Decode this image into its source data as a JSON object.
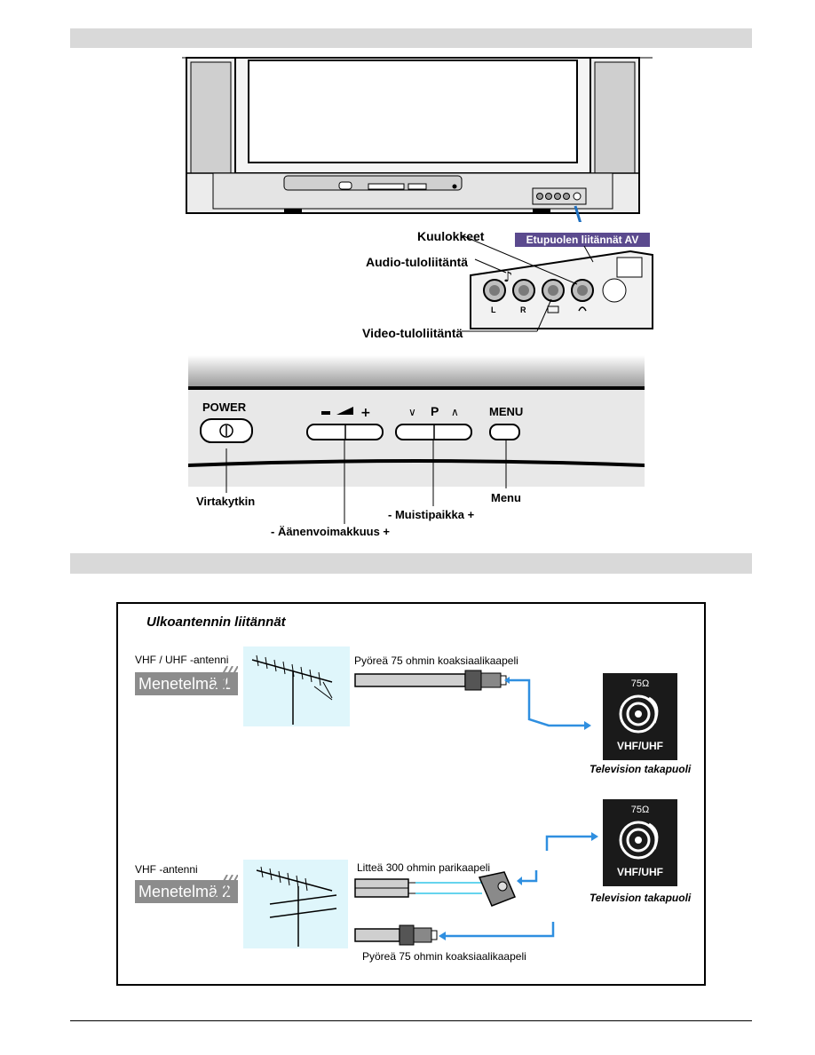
{
  "front_panel": {
    "av_badge": "Etupuolen liitännät AV",
    "headphones": "Kuulokkeet",
    "audio_in": "Audio-tuloliitäntä",
    "video_in": "Video-tuloliitäntä",
    "jack_left": "L",
    "jack_right": "R"
  },
  "controls": {
    "power_label": "POWER",
    "program_label": "P",
    "menu_label": "MENU",
    "power_switch": "Virtakytkin",
    "volume": "- Äänenvoimakkuus +",
    "program_memory": "- Muistipaikka +",
    "menu": "Menu"
  },
  "antenna": {
    "title": "Ulkoantennin liitännät",
    "method1": {
      "antenna_label": "VHF / UHF -antenni",
      "method_label": "Menetelmä 1",
      "cable_label": "Pyöreä 75 ohmin koaksiaalikaapeli",
      "socket_ohm": "75Ω",
      "socket_label": "VHF/UHF",
      "rear_caption": "Television takapuoli"
    },
    "method2": {
      "antenna_label": "VHF -antenni",
      "method_label": "Menetelmä 2",
      "flat_cable_label": "Litteä 300 ohmin parikaapeli",
      "round_cable_label": "Pyöreä 75 ohmin koaksiaalikaapeli",
      "socket_ohm": "75Ω",
      "socket_label": "VHF/UHF",
      "rear_caption": "Television takapuoli"
    }
  },
  "colors": {
    "connector_blue": "#2f8fe0",
    "antenna_bg": "#dff6fb",
    "header_bar": "#d9d9d9",
    "badge_bg": "#5b4a8e"
  }
}
